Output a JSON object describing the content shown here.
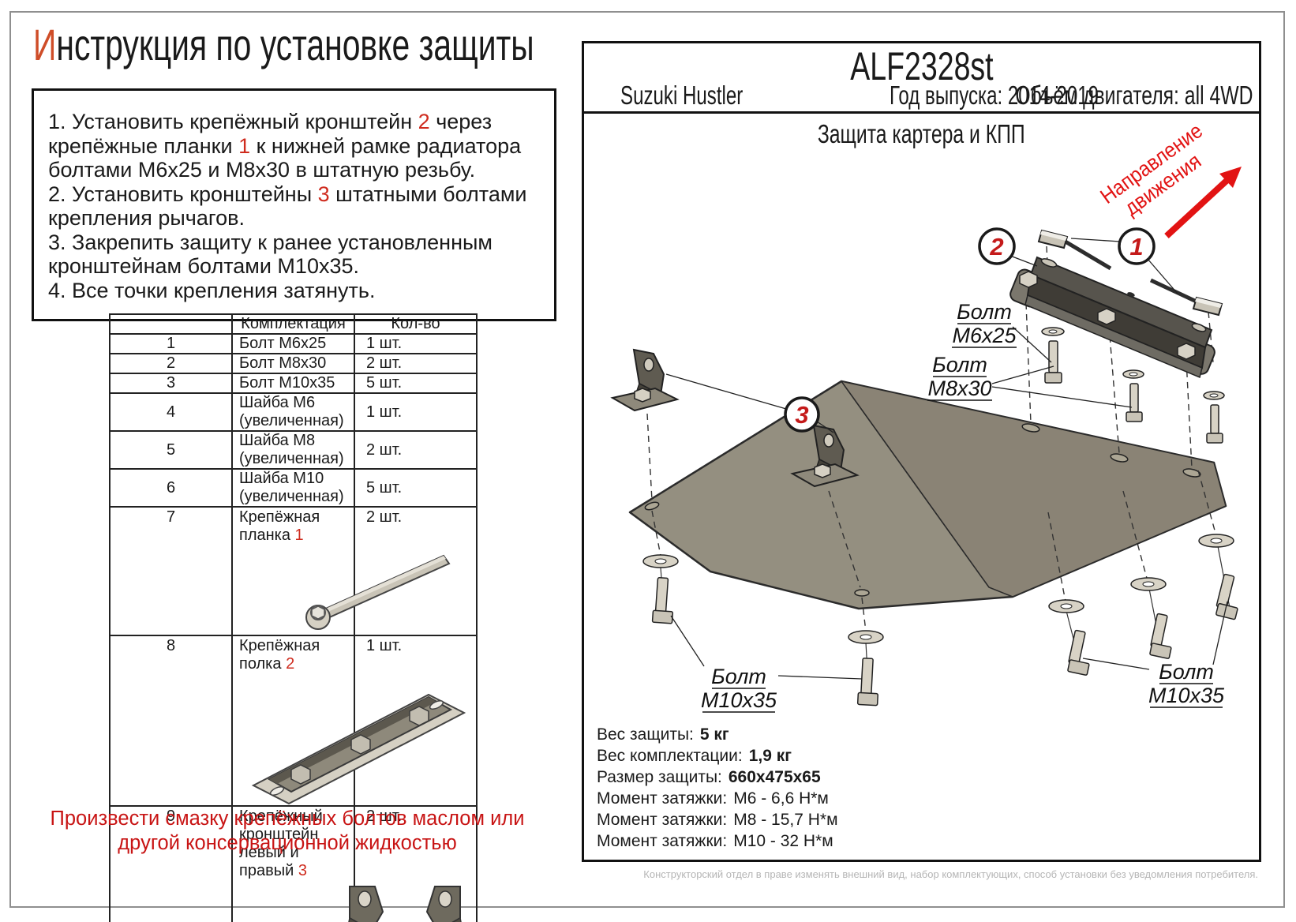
{
  "title": {
    "lead": "И",
    "rest": "нструкция по установке защиты"
  },
  "instructions": [
    [
      "1. Установить крепёжный кронштейн ",
      "2",
      " через крепёжные планки ",
      "1",
      " к нижней рамке радиатора болтами М6х25 и М8х30 в штатную резьбу."
    ],
    [
      "2. Установить кронштейны ",
      "3",
      " штатными болтами крепления рычагов."
    ],
    [
      "3. Закрепить защиту к ранее установленным кронштейнам болтами М10х35."
    ],
    [
      "4. Все точки крепления затянуть."
    ]
  ],
  "table": {
    "header": {
      "name": "Комплектация",
      "qty": "Кол-во"
    },
    "rows": [
      {
        "num": "1",
        "name": "Болт М6х25",
        "qty": "1 шт."
      },
      {
        "num": "2",
        "name": "Болт М8х30",
        "qty": "2 шт."
      },
      {
        "num": "3",
        "name": "Болт М10х35",
        "qty": "5 шт."
      },
      {
        "num": "4",
        "name": "Шайба М6 (увеличенная)",
        "qty": "1 шт."
      },
      {
        "num": "5",
        "name": "Шайба М8 (увеличенная)",
        "qty": "2 шт."
      },
      {
        "num": "6",
        "name": "Шайба М10 (увеличенная)",
        "qty": "5 шт."
      },
      {
        "num": "7",
        "name": "Крепёжная планка ",
        "ref": "1",
        "qty": "2 шт."
      },
      {
        "num": "8",
        "name": "Крепёжная полка ",
        "ref": "2",
        "qty": "1 шт."
      },
      {
        "num": "9",
        "name": "Крепёжный кронштейн левый и правый ",
        "ref": "3",
        "qty": "2 шт."
      }
    ]
  },
  "note": "Произвести смазку крепёжных болтов маслом или другой консервационной жидкостью",
  "panel": {
    "code": "ALF2328st",
    "model": "Suzuki Hustler",
    "year": "Год выпуска: 2014-2019",
    "engine": "Объём двигателя: all 4WD",
    "diagram_title": "Защита картера и КПП"
  },
  "diagram": {
    "direction_line1": "Направление",
    "direction_line2": "движения",
    "callouts": {
      "c1": "1",
      "c2": "2",
      "c3": "3"
    },
    "labels": {
      "m6": {
        "line1": "Болт",
        "line2": "М6х25"
      },
      "m8": {
        "line1": "Болт",
        "line2": "М8х30"
      },
      "m10_left": {
        "line1": "Болт",
        "line2": "М10х35"
      },
      "m10_right": {
        "line1": "Болт",
        "line2": "М10х35"
      }
    }
  },
  "specs": [
    {
      "label": "Вес защиты:",
      "value": "5 кг"
    },
    {
      "label": "Вес комплектации:",
      "value": "1,9 кг"
    },
    {
      "label": "Размер защиты:",
      "value": "660х475х65"
    },
    {
      "label": "Момент затяжки:",
      "value": "М6 - 6,6 Н*м"
    },
    {
      "label": "Момент затяжки:",
      "value": "М8 - 15,7 Н*м"
    },
    {
      "label": "Момент затяжки:",
      "value": "М10 - 32 Н*м"
    }
  ],
  "footer": "Конструкторский отдел в праве изменять внешний вид, набор комплектующих, способ установки без уведомления потребителя.",
  "colors": {
    "accent_red": "#cf2b1e",
    "callout_red": "#c41a1a",
    "note_red": "#c81414",
    "arrow_red": "#e21313",
    "title_lead": "#cf4d28"
  }
}
